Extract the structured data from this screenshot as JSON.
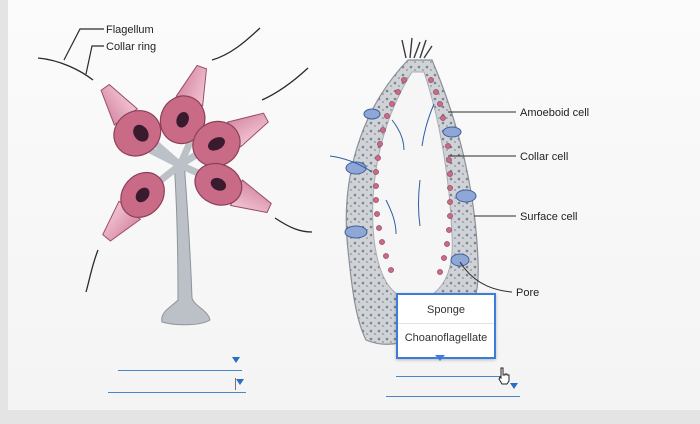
{
  "labels": {
    "flagellum": "Flagellum",
    "collar_ring": "Collar ring",
    "amoeboid_cell": "Amoeboid cell",
    "collar_cell": "Collar cell",
    "surface_cell": "Surface cell",
    "pore": "Pore"
  },
  "dropdown_options": [
    "Sponge",
    "Choanoflagellate"
  ],
  "colors": {
    "cell_pink": "#c96b86",
    "nucleus": "#3a1a2e",
    "stalk": "#b8bdc4",
    "accent_blue": "#3b7dd8"
  }
}
